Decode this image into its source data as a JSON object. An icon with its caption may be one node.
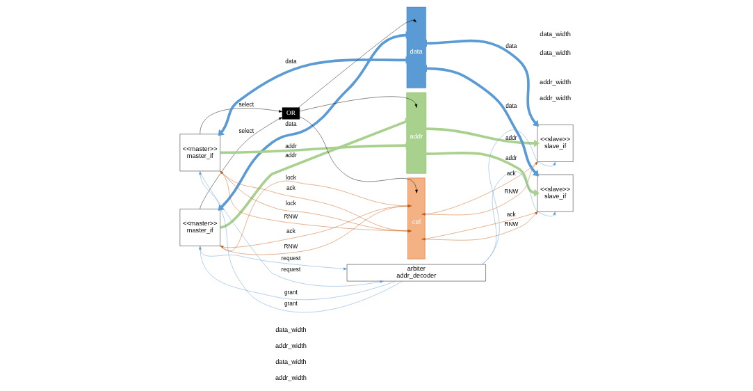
{
  "diagram": {
    "nodes": [
      {
        "text": [
          "<<master>>",
          "master_if"
        ]
      },
      {
        "text": [
          "<<master>>",
          "master_if"
        ]
      },
      {
        "text": [
          "<<slave>>",
          "slave_if"
        ]
      },
      {
        "text": [
          "<<slave>>",
          "slave_if"
        ]
      },
      {
        "text": [
          "OR"
        ]
      },
      {
        "text": [
          "ctrl"
        ]
      },
      {
        "text": [
          "addr"
        ]
      },
      {
        "text": [
          "data"
        ]
      },
      {
        "text": [
          "arbiter",
          "addr_decoder"
        ]
      }
    ],
    "edges": [
      {
        "from": 0,
        "to": 4,
        "arrow": "to",
        "label": "select",
        "color": "#000000"
      },
      {
        "from": 0,
        "to": 7,
        "arrow": "both",
        "label": "data",
        "style": "thick",
        "color": "#5b9bd5"
      },
      {
        "from": 0,
        "to": 6,
        "arrow": "to",
        "label": "addr",
        "style": "thick",
        "color": "#a9d18e"
      },
      {
        "from": 0,
        "to": 5,
        "arrow": "to",
        "label": "RNW",
        "color": "#c55a11"
      },
      {
        "from": 5,
        "to": 0,
        "arrow": "to",
        "label": "ack",
        "color": "#c55a11"
      },
      {
        "from": 0,
        "to": 5,
        "arrow": "to",
        "label": "lock",
        "color": "#c55a11"
      },
      {
        "from": 1,
        "to": 4,
        "arrow": "to",
        "label": "select",
        "color": "#000000"
      },
      {
        "from": 1,
        "to": 7,
        "arrow": "both",
        "label": "data",
        "style": "thick",
        "color": "#5b9bd5"
      },
      {
        "from": 1,
        "to": 6,
        "arrow": "to",
        "label": "addr",
        "style": "thick",
        "color": "#a9d18e"
      },
      {
        "from": 1,
        "to": 5,
        "arrow": "to",
        "label": "RNW",
        "color": "#c55a11"
      },
      {
        "from": 5,
        "to": 1,
        "arrow": "to",
        "label": "ack",
        "color": "#c55a11"
      },
      {
        "from": 1,
        "to": 5,
        "arrow": "to",
        "label": "lock",
        "color": "#c55a11"
      },
      {
        "from": 4,
        "to": 5,
        "arrow": "to",
        "color": "#000000"
      },
      {
        "from": 4,
        "to": 6,
        "arrow": "to",
        "color": "#000000"
      },
      {
        "from": 4,
        "to": 7,
        "arrow": "to",
        "color": "#000000"
      },
      {
        "from": 7,
        "to": 2,
        "arrow": "both",
        "label": "data",
        "style": "thick",
        "color": "#5b9bd5"
      },
      {
        "from": 6,
        "to": 2,
        "arrow": "to",
        "label": "addr",
        "style": "thick",
        "color": "#a9d18e"
      },
      {
        "from": 5,
        "to": 2,
        "arrow": "to",
        "label": "RNW",
        "color": "#c55a11"
      },
      {
        "from": 2,
        "to": 5,
        "arrow": "to",
        "label": "ack",
        "color": "#c55a11"
      },
      {
        "from": 7,
        "to": 3,
        "arrow": "both",
        "label": "data",
        "style": "thick",
        "color": "#5b9bd5"
      },
      {
        "from": 6,
        "to": 3,
        "arrow": "to",
        "label": "addr",
        "style": "thick",
        "color": "#a9d18e"
      },
      {
        "from": 5,
        "to": 3,
        "arrow": "to",
        "label": "RNW",
        "color": "#c55a11"
      },
      {
        "from": 3,
        "to": 5,
        "arrow": "to",
        "label": "ack",
        "color": "#c55a11"
      },
      {
        "from": 8,
        "to": 0,
        "arrow": "to",
        "label": "grant",
        "color": "#5b9bd5"
      },
      {
        "from": 0,
        "to": 8,
        "arrow": "to",
        "label": "request",
        "color": "#5b9bd5"
      },
      {
        "from": 8,
        "to": 1,
        "arrow": "to",
        "label": "grant",
        "color": "#5b9bd5"
      },
      {
        "from": 1,
        "to": 8,
        "arrow": "to",
        "label": "request",
        "color": "#5b9bd5"
      },
      {
        "from": 8,
        "to": 2,
        "arrow": "to",
        "color": "#5b9bd5"
      },
      {
        "from": 8,
        "to": 3,
        "arrow": "to",
        "color": "#5b9bd5"
      }
    ],
    "labels": [
      "data_width",
      "data_width",
      "addr_width",
      "addr_width",
      "data_width",
      "data_width",
      "addr_width",
      "addr_width"
    ]
  }
}
